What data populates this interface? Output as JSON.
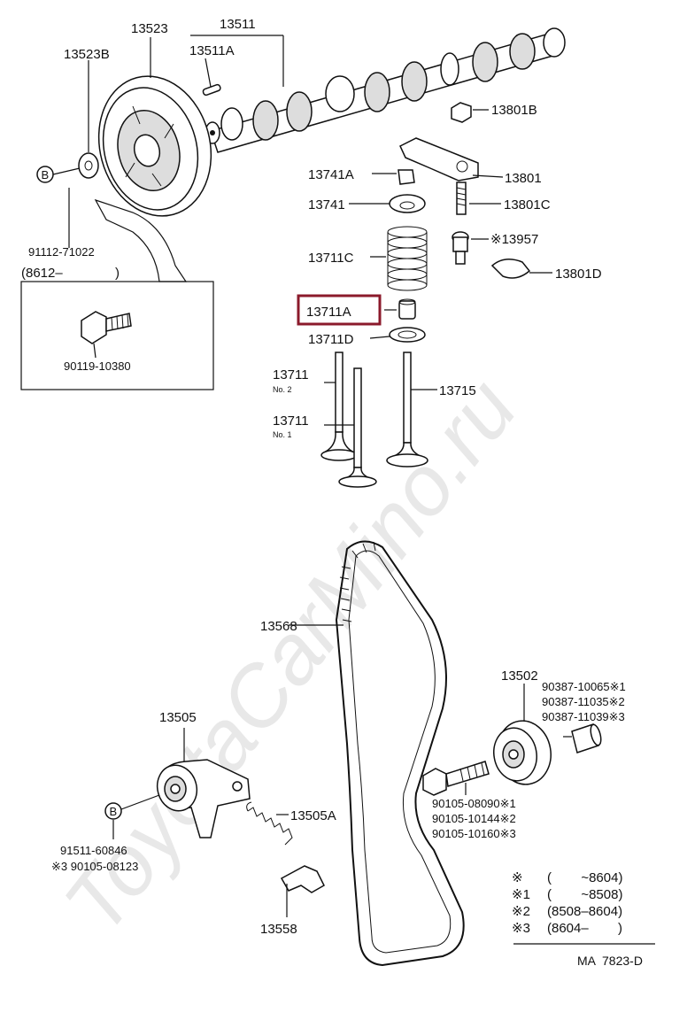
{
  "watermark": "ToyotaCarMino.ru",
  "labels": {
    "p13523": "13523",
    "p13511": "13511",
    "p13511A": "13511A",
    "p13523B": "13523B",
    "p13801B": "13801B",
    "p13741A": "13741A",
    "p13801": "13801",
    "p13741": "13741",
    "p13801C": "13801C",
    "p13957": "※13957",
    "p13711C": "13711C",
    "p13801D": "13801D",
    "p13711A": "13711A",
    "p13711D": "13711D",
    "p13711_no2": "13711",
    "no2": "No. 2",
    "p13715": "13715",
    "p13711_no1": "13711",
    "no1": "No. 1",
    "p91112": "91112-71022",
    "date8612": "(8612–",
    "date8612_close": ")",
    "p90119": "90119-10380",
    "bMark": "B",
    "p13568": "13568",
    "p13502": "13502",
    "p90387_1": "90387-10065※1",
    "p90387_2": "90387-11035※2",
    "p90387_3": "90387-11039※3",
    "p13505": "13505",
    "p13505A": "13505A",
    "p90105_1": "90105-08090※1",
    "p90105_2": "90105-10144※2",
    "p90105_3": "90105-10160※3",
    "p91511": "91511-60846",
    "p90105_08123": "※3 90105-08123",
    "p13558": "13558"
  },
  "legend": [
    {
      "mark": "※",
      "range": "(        ~8604)"
    },
    {
      "mark": "※1",
      "range": "(        ~8508)"
    },
    {
      "mark": "※2",
      "range": "(8508–8604)"
    },
    {
      "mark": "※3",
      "range": "(8604–        )"
    }
  ],
  "footer_code": "MA  7823-D",
  "highlight_color": "#8b1a2b"
}
